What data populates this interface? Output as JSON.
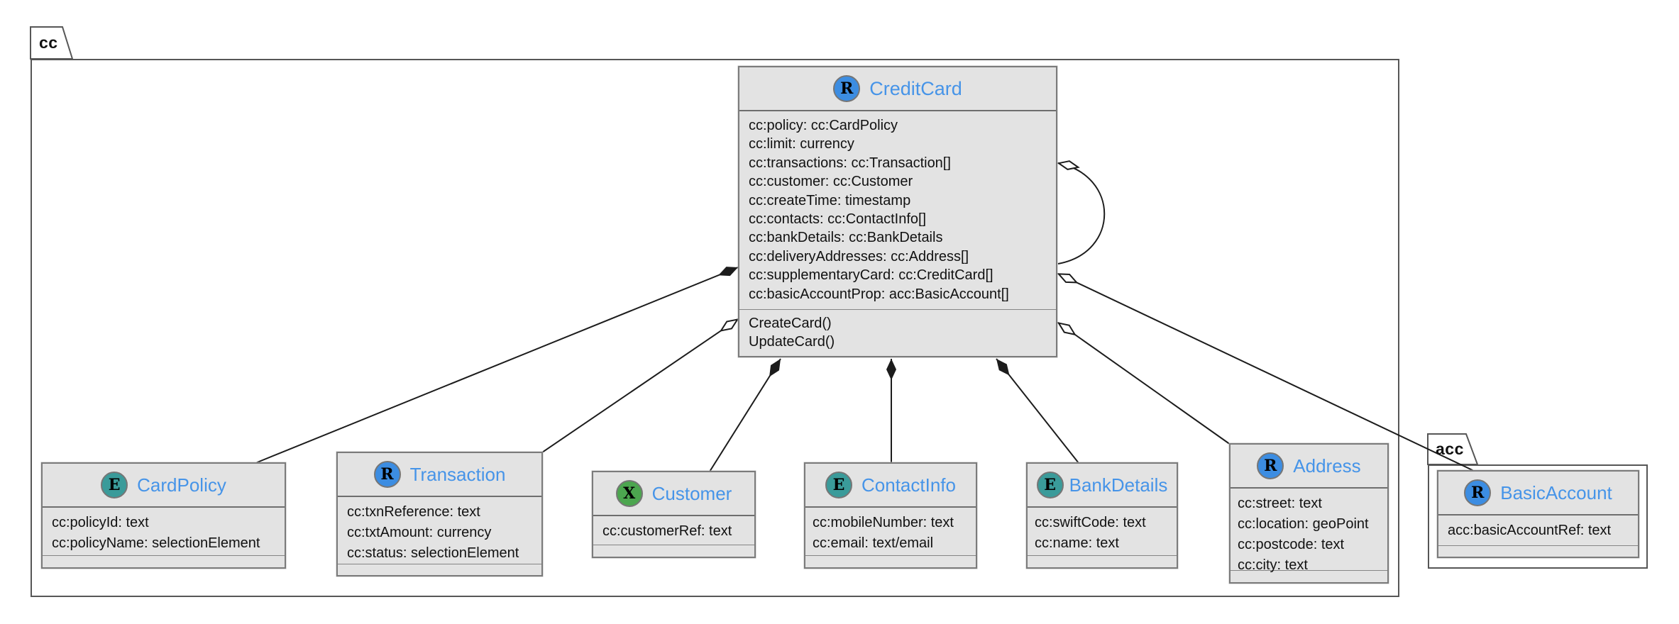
{
  "diagram": {
    "packages": [
      {
        "label": "cc"
      },
      {
        "label": "acc"
      }
    ],
    "icons": {
      "r_letter": "R",
      "e_letter": "E",
      "x_letter": "X"
    },
    "colors": {
      "r_badge": "#3c8de2",
      "e_badge": "#3a9b9a",
      "x_badge": "#4ca64f",
      "class_title": "#4694e8",
      "box_fill": "#e3e3e3",
      "box_border": "#7b7b7b",
      "package_border": "#565656",
      "connector": "#1c1c1c"
    },
    "classes": [
      {
        "name": "CreditCard",
        "badge": "R",
        "attributes": [
          "cc:policy: cc:CardPolicy",
          "cc:limit: currency",
          "cc:transactions: cc:Transaction[]",
          "cc:customer: cc:Customer",
          "cc:createTime: timestamp",
          "cc:contacts: cc:ContactInfo[]",
          "cc:bankDetails: cc:BankDetails",
          "cc:deliveryAddresses: cc:Address[]",
          "cc:supplementaryCard: cc:CreditCard[]",
          "cc:basicAccountProp: acc:BasicAccount[]"
        ],
        "methods": [
          "CreateCard()",
          "UpdateCard()"
        ]
      },
      {
        "name": "CardPolicy",
        "badge": "E",
        "attributes": [
          "cc:policyId: text",
          "cc:policyName: selectionElement"
        ],
        "methods": []
      },
      {
        "name": "Transaction",
        "badge": "R",
        "attributes": [
          "cc:txnReference: text",
          "cc:txtAmount: currency",
          "cc:status: selectionElement"
        ],
        "methods": []
      },
      {
        "name": "Customer",
        "badge": "X",
        "attributes": [
          "cc:customerRef: text"
        ],
        "methods": []
      },
      {
        "name": "ContactInfo",
        "badge": "E",
        "attributes": [
          "cc:mobileNumber: text",
          "cc:email: text/email"
        ],
        "methods": []
      },
      {
        "name": "BankDetails",
        "badge": "E",
        "attributes": [
          "cc:swiftCode: text",
          "cc:name: text"
        ],
        "methods": []
      },
      {
        "name": "Address",
        "badge": "R",
        "attributes": [
          "cc:street: text",
          "cc:location: geoPoint",
          "cc:postcode: text",
          "cc:city: text"
        ],
        "methods": []
      },
      {
        "name": "BasicAccount",
        "badge": "R",
        "attributes": [
          "acc:basicAccountRef: text"
        ],
        "methods": []
      }
    ],
    "connections": [
      {
        "from": "CreditCard",
        "to": "CardPolicy",
        "diamond": "filled"
      },
      {
        "from": "CreditCard",
        "to": "Transaction",
        "diamond": "hollow"
      },
      {
        "from": "CreditCard",
        "to": "Customer",
        "diamond": "filled"
      },
      {
        "from": "CreditCard",
        "to": "ContactInfo",
        "diamond": "filled"
      },
      {
        "from": "CreditCard",
        "to": "BankDetails",
        "diamond": "filled"
      },
      {
        "from": "CreditCard",
        "to": "Address",
        "diamond": "hollow"
      },
      {
        "from": "CreditCard",
        "to": "BasicAccount",
        "diamond": "hollow"
      },
      {
        "from": "CreditCard",
        "to": "CreditCard",
        "diamond": "hollow",
        "shape": "self-loop"
      }
    ]
  }
}
